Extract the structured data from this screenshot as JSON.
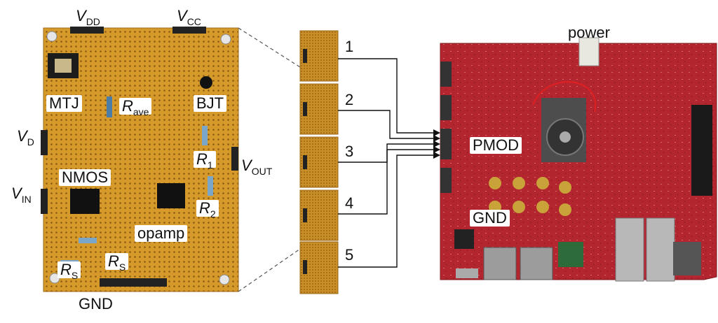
{
  "board": {
    "top_labels": {
      "vdd": {
        "main": "V",
        "sub": "DD"
      },
      "vcc": {
        "main": "V",
        "sub": "CC"
      }
    },
    "component_labels": {
      "mtj": "MTJ",
      "rave": {
        "main": "R",
        "sub": "ave"
      },
      "bjt": "BJT",
      "vd": {
        "main": "V",
        "sub": "D"
      },
      "r1": {
        "main": "R",
        "sub": "1"
      },
      "vout": {
        "main": "V",
        "sub": "OUT"
      },
      "nmos": "NMOS",
      "vin": {
        "main": "V",
        "sub": "IN"
      },
      "r2": {
        "main": "R",
        "sub": "2"
      },
      "opamp": "opamp",
      "rs_left": {
        "main": "R",
        "sub": "S"
      },
      "rs_right": {
        "main": "R",
        "sub": "S"
      },
      "gnd": "GND"
    }
  },
  "stack": {
    "numbers": [
      "1",
      "2",
      "3",
      "4",
      "5"
    ]
  },
  "fpga": {
    "labels": {
      "power": "power",
      "pmod": "PMOD",
      "gnd": "GND"
    }
  },
  "colors": {
    "perfboard": "#d69a2a",
    "fpga_board": "#b3262f",
    "wire": "#111111"
  }
}
